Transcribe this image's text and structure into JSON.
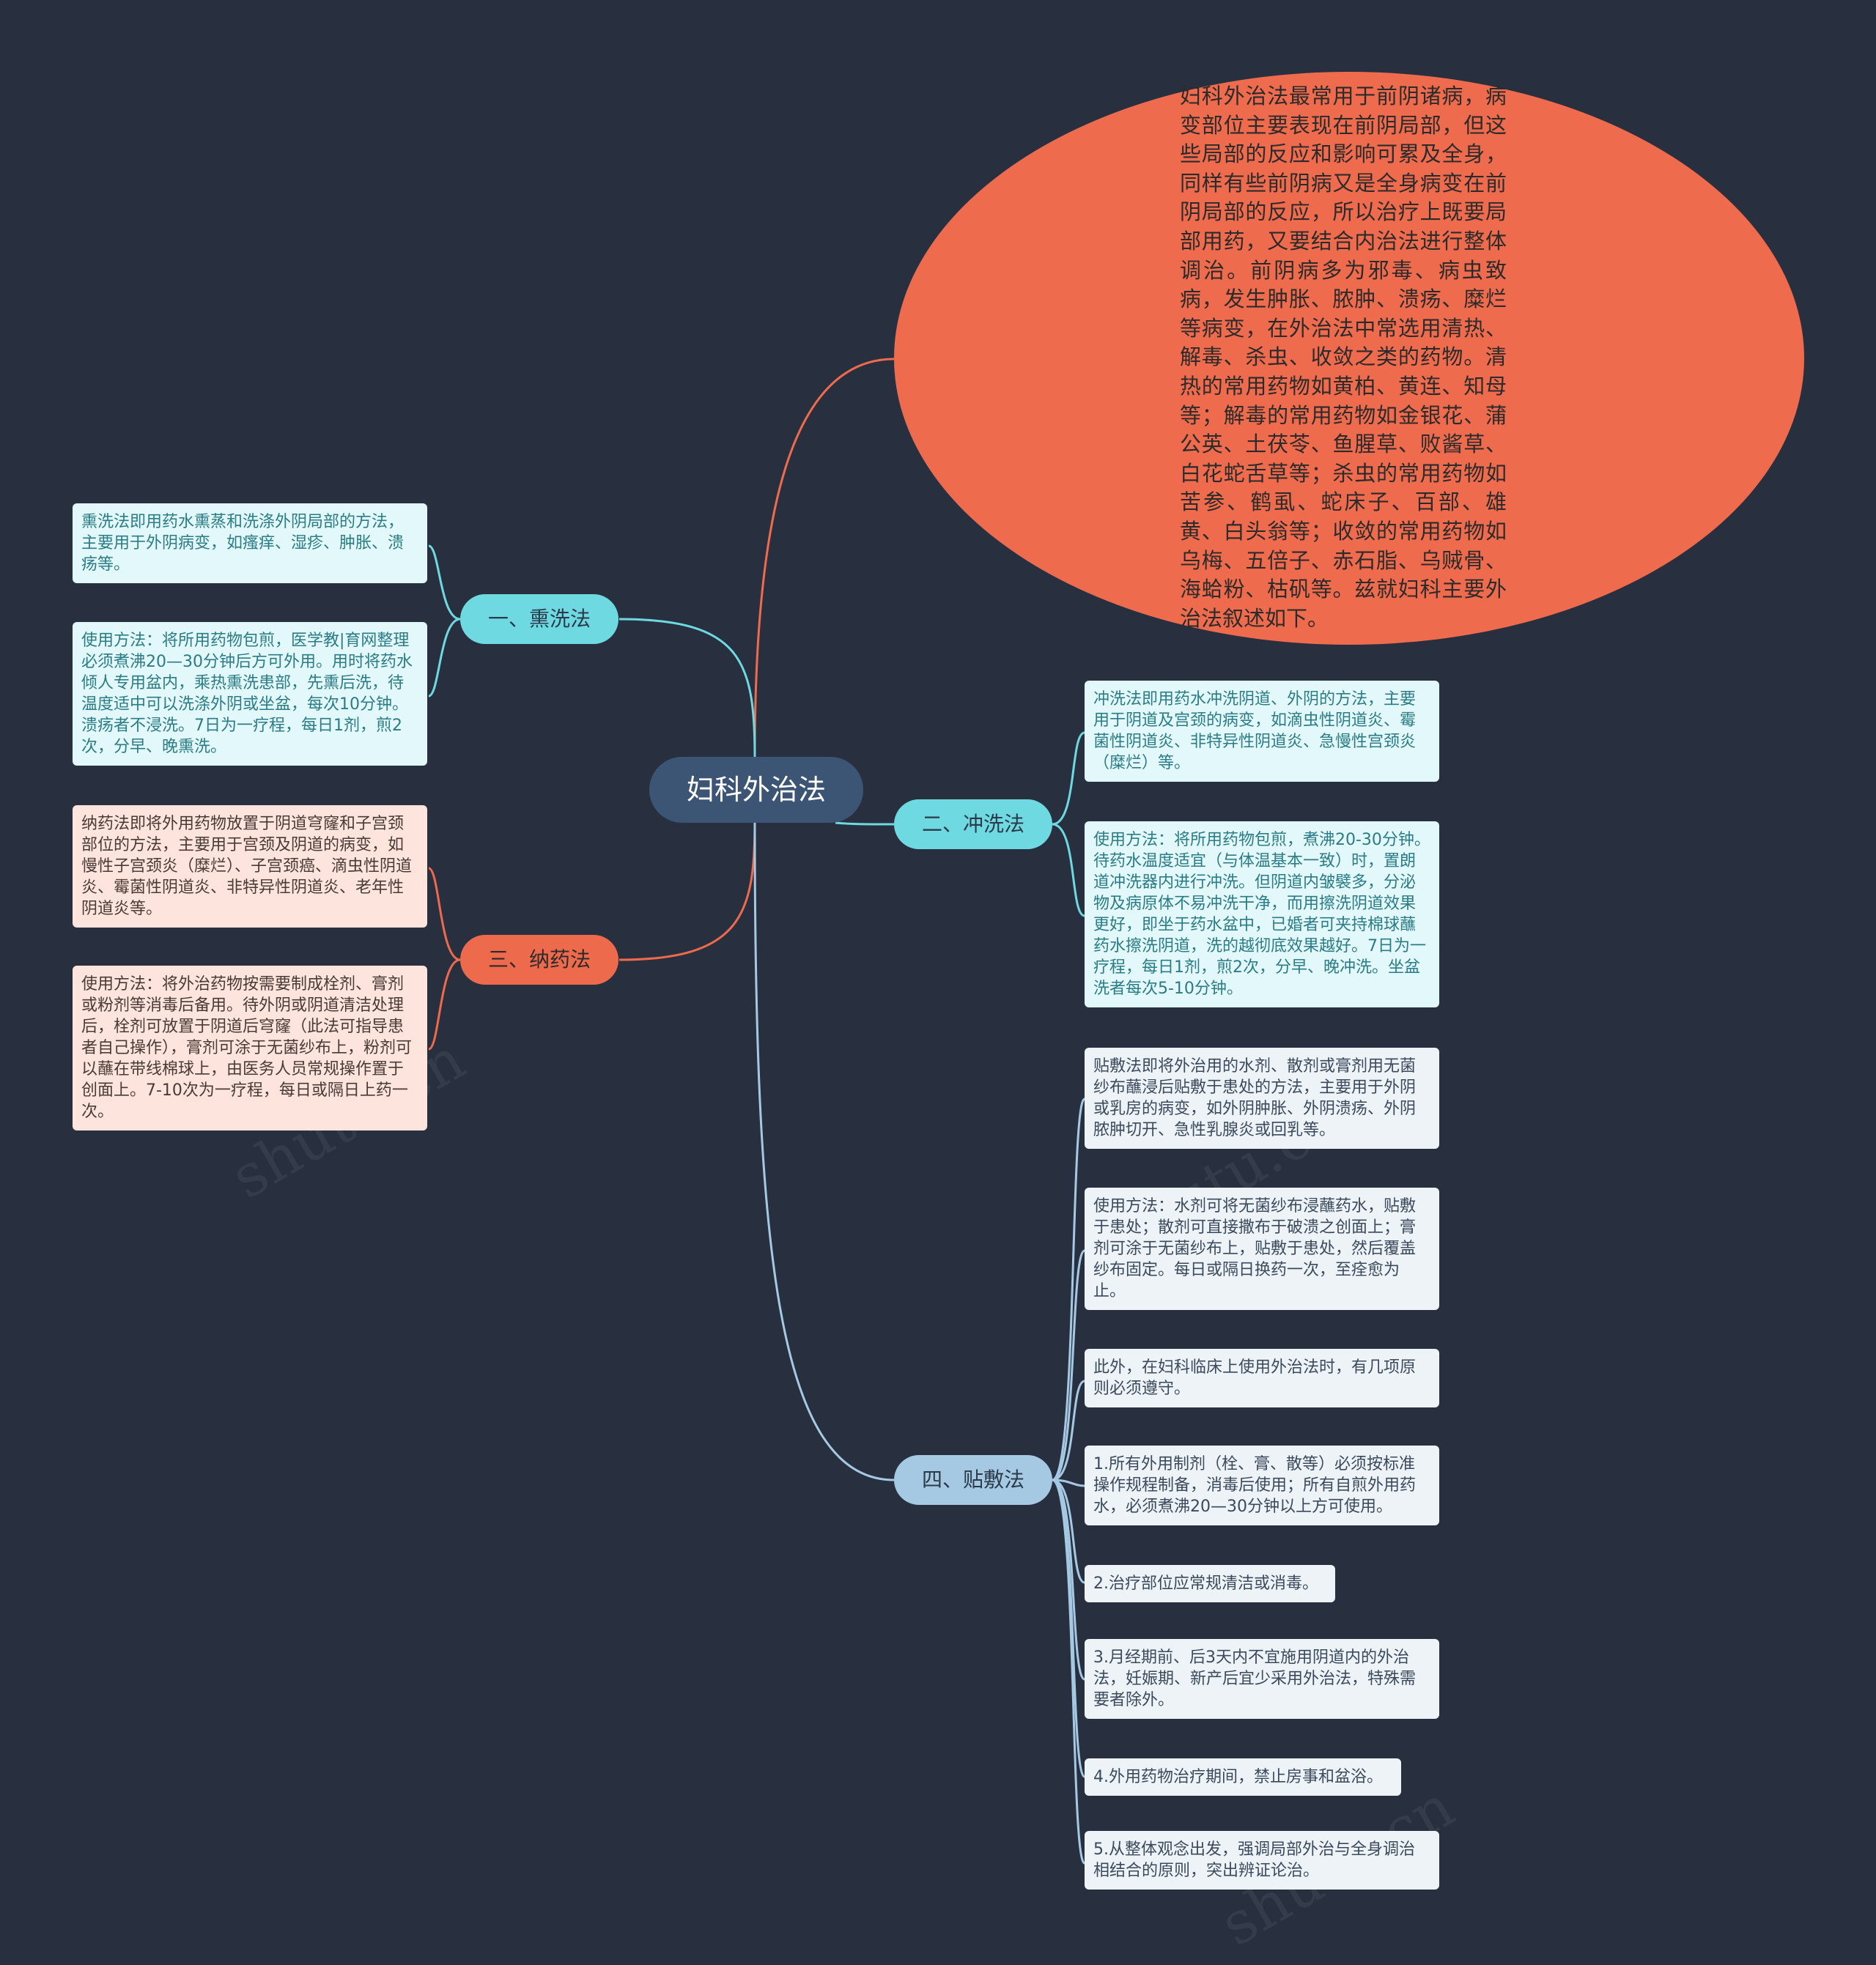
{
  "center": {
    "label": "妇科外治法"
  },
  "intro": {
    "text": "妇科外治法最常用于前阴诸病，病变部位主要表现在前阴局部，但这些局部的反应和影响可累及全身，同样有些前阴病又是全身病变在前阴局部的反应，所以治疗上既要局部用药，又要结合内治法进行整体调治。前阴病多为邪毒、病虫致病，发生肿胀、脓肿、溃疡、糜烂等病变，在外治法中常选用清热、解毒、杀虫、收敛之类的药物。清热的常用药物如黄柏、黄连、知母等；解毒的常用药物如金银花、蒲公英、土茯苓、鱼腥草、败酱草、白花蛇舌草等；杀虫的常用药物如苦参、鹤虱、蛇床子、百部、雄黄、白头翁等；收敛的常用药物如乌梅、五倍子、赤石脂、乌贼骨、海蛤粉、枯矾等。兹就妇科主要外治法叙述如下。"
  },
  "branches": [
    {
      "label": "一、熏洗法",
      "leaves": [
        "熏洗法即用药水熏蒸和洗涤外阴局部的方法，主要用于外阴病变，如瘙痒、湿疹、肿胀、溃疡等。",
        "使用方法：将所用药物包煎，医学教|育网整理必须煮沸20—30分钟后方可外用。用时将药水倾人专用盆内，乘热熏洗患部，先熏后洗，待温度适中可以洗涤外阴或坐盆，每次10分钟。溃疡者不浸洗。7日为一疗程，每日1剂，煎2次，分早、晚熏洗。"
      ]
    },
    {
      "label": "二、冲洗法",
      "leaves": [
        "冲洗法即用药水冲洗阴道、外阴的方法，主要用于阴道及宫颈的病变，如滴虫性阴道炎、霉菌性阴道炎、非特异性阴道炎、急慢性宫颈炎（糜烂）等。",
        "使用方法：将所用药物包煎，煮沸20-30分钟。待药水温度适宜（与体温基本一致）时，置朗道冲洗器内进行冲洗。但阴道内皱襞多，分泌物及病原体不易冲洗干净，而用擦洗阴道效果更好，即坐于药水盆中，已婚者可夹持棉球蘸药水擦洗阴道，洗的越彻底效果越好。7日为一疗程，每日1剂，煎2次，分早、晚冲洗。坐盆洗者每次5-10分钟。"
      ]
    },
    {
      "label": "三、纳药法",
      "leaves": [
        "纳药法即将外用药物放置于阴道穹窿和子宫颈部位的方法，主要用于宫颈及阴道的病变，如慢性子宫颈炎（糜烂）、子宫颈癌、滴虫性阴道炎、霉菌性阴道炎、非特异性阴道炎、老年性阴道炎等。",
        "使用方法：将外治药物按需要制成栓剂、膏剂或粉剂等消毒后备用。待外阴或阴道清洁处理后，栓剂可放置于阴道后穹窿（此法可指导患者自己操作），膏剂可涂于无菌纱布上，粉剂可以蘸在带线棉球上，由医务人员常规操作置于创面上。7-10次为一疗程，每日或隔日上药一次。"
      ]
    },
    {
      "label": "四、贴敷法",
      "leaves": [
        "贴敷法即将外治用的水剂、散剂或膏剂用无菌纱布蘸浸后贴敷于患处的方法，主要用于外阴或乳房的病变，如外阴肿胀、外阴溃疡、外阴脓肿切开、急性乳腺炎或回乳等。",
        "使用方法：水剂可将无菌纱布浸蘸药水，贴敷于患处；散剂可直接撒布于破溃之创面上；膏剂可涂于无菌纱布上，贴敷于患处，然后覆盖纱布固定。每日或隔日换药一次，至痊愈为止。",
        "此外，在妇科临床上使用外治法时，有几项原则必须遵守。",
        "1.所有外用制剂（栓、膏、散等）必须按标准操作规程制备，消毒后使用；所有自煎外用药水，必须煮沸20—30分钟以上方可使用。",
        "2.治疗部位应常规清洁或消毒。",
        "3.月经期前、后3天内不宜施用阴道内的外治法，妊娠期、新产后宜少采用外治法，特殊需要者除外。",
        "4.外用药物治疗期间，禁止房事和盆浴。",
        "5.从整体观念出发，强调局部外治与全身调治相结合的原则，突出辨证论治。"
      ]
    }
  ],
  "colors": {
    "background": "#283040",
    "center": "#3d5575",
    "cyan": "#6ed9e0",
    "red": "#ee6a4c",
    "blue": "#a5c9e3",
    "intro_bubble": "#ef6b4d"
  }
}
